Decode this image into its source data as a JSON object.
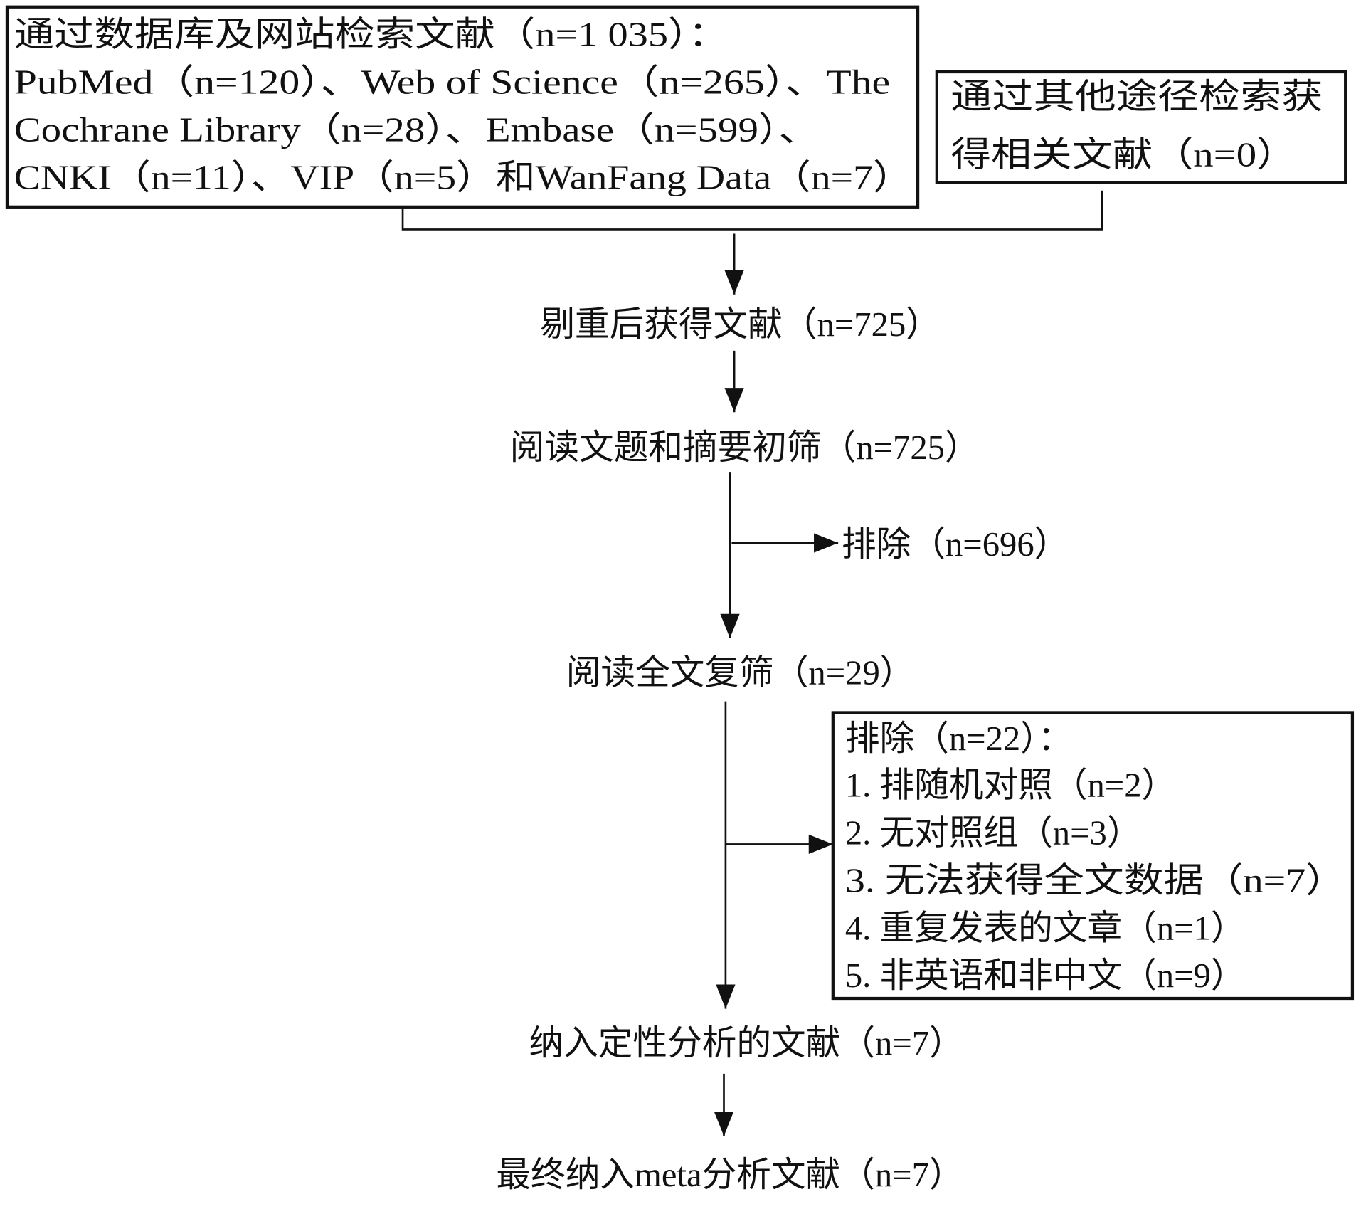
{
  "database_search": {
    "lines": [
      "通过数据库及网站检索文献（n=1 035）：",
      "PubMed（n=120）、Web of Science（n=265）、The",
      "Cochrane Library（n=28）、Embase（n=599）、",
      "CNKI（n=11）、VIP（n=5）和WanFang Data（n=7）"
    ]
  },
  "other_sources": {
    "lines": [
      "通过其他途径检索获",
      "得相关文献（n=0）"
    ]
  },
  "after_dedup": "剔重后获得文献（n=725）",
  "title_abstract_screen": "阅读文题和摘要初筛（n=725）",
  "excluded_first": "排除（n=696）",
  "full_text_screen": "阅读全文复筛（n=29）",
  "excluded_second": {
    "lines": [
      "排除（n=22）：",
      "1. 排随机对照（n=2）",
      "2. 无对照组（n=3）",
      "3. 无法获得全文数据（n=7）",
      "4. 重复发表的文章（n=1）",
      "5. 非英语和非中文（n=9）"
    ]
  },
  "qualitative": "纳入定性分析的文献（n=7）",
  "meta_analysis": "最终纳入meta分析文献（n=7）"
}
